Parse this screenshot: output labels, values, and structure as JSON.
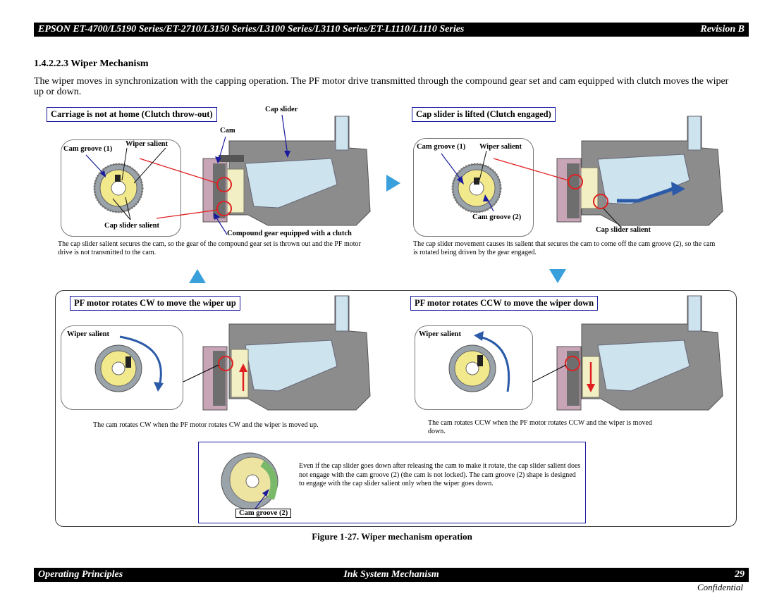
{
  "header": {
    "title": "EPSON ET-4700/L5190 Series/ET-2710/L3150 Series/L3100 Series/L3110 Series/ET-L1110/L1110 Series",
    "revision": "Revision B"
  },
  "section": {
    "heading": "1.4.2.2.3  Wiper Mechanism",
    "intro": "The wiper moves in synchronization with the capping operation. The PF motor drive transmitted through the compound gear set and cam equipped with clutch moves the wiper up or down."
  },
  "panels": {
    "top_left": {
      "title": "Carriage is not at home (Clutch throw-out)",
      "cap_slider": "Cap slider",
      "cam": "Cam",
      "cam_groove_1": "Cam groove (1)",
      "wiper_salient": "Wiper salient",
      "cap_slider_salient": "Cap slider salient",
      "compound_gear": "Compound gear equipped with a clutch",
      "caption": "The cap slider salient secures the cam, so the gear of the compound gear set is thrown out and the PF motor drive is not transmitted to the cam."
    },
    "top_right": {
      "title": "Cap slider is lifted (Clutch engaged)",
      "cam_groove_1": "Cam groove (1)",
      "wiper_salient": "Wiper salient",
      "cam_groove_2": "Cam groove (2)",
      "cap_slider_salient": "Cap slider salient",
      "caption": "The cap slider movement causes its salient that secures the cam to come off the cam groove (2), so the cam is rotated being driven by the gear engaged."
    },
    "bottom_left": {
      "title": "PF motor rotates CW to move the wiper up",
      "wiper_salient": "Wiper salient",
      "caption": "The cam rotates CW when the PF motor rotates CW and the wiper is moved up."
    },
    "bottom_right": {
      "title": "PF motor rotates CCW to move the wiper down",
      "wiper_salient": "Wiper salient",
      "caption": "The cam rotates CCW when the PF motor rotates CCW and the wiper is moved down."
    },
    "note": {
      "text": "Even if the cap slider goes down after releasing the cam to make it rotate, the cap slider salient does not engage with the cam groove (2) (the cam is not locked). The cam groove (2) shape is designed to engage with the cap slider salient only when the wiper goes down.",
      "cam_groove_2": "Cam groove (2)"
    }
  },
  "figure_caption": "Figure 1-27.  Wiper mechanism operation",
  "footer": {
    "left": "Operating Principles",
    "center": "Ink System Mechanism",
    "page": "29",
    "confidential": "Confidential"
  },
  "colors": {
    "arrow_blue": "#3aa0dc",
    "highlight_red": "#e02020",
    "label_border": "#1a1aa0",
    "housing_gray": "#8c8c8c",
    "slider_blue": "#cde3ee",
    "slider_yellow": "#f3efc4",
    "gear_pink": "#c7a4b6"
  }
}
